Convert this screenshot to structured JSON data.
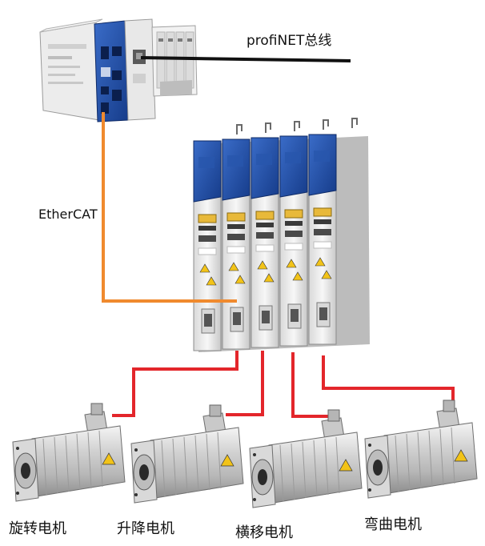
{
  "labels": {
    "bus": "profiNET总线",
    "fieldbus": "EtherCAT"
  },
  "motors": [
    {
      "label": "旋转电机"
    },
    {
      "label": "升降电机"
    },
    {
      "label": "横移电机"
    },
    {
      "label": "弯曲电机"
    }
  ],
  "colors": {
    "profinet_line": "#111111",
    "ethercat_line": "#f08a2e",
    "motor_cable": "#e3262b",
    "drive_blue": "#1f4ea8"
  }
}
